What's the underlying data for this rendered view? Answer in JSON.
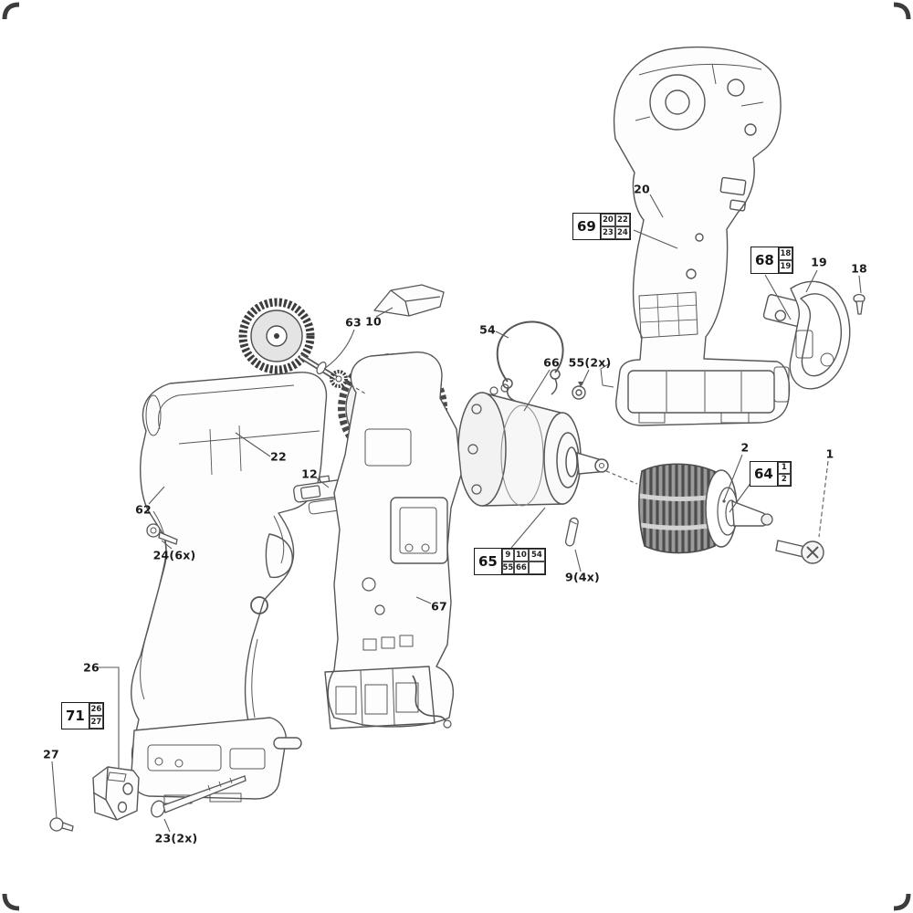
{
  "callouts": {
    "c69": {
      "main": "69",
      "cells": [
        "20",
        "22",
        "23",
        "24"
      ]
    },
    "c68": {
      "main": "68",
      "cells": [
        "18",
        "19"
      ]
    },
    "c64": {
      "main": "64",
      "cells": [
        "1",
        "2"
      ]
    },
    "c65": {
      "main": "65",
      "cells": [
        "9",
        "10",
        "54",
        "55",
        "66",
        ""
      ]
    },
    "c71": {
      "main": "71",
      "cells": [
        "26",
        "27"
      ]
    }
  },
  "labels": {
    "p20": "20",
    "p19": "19",
    "p18": "18",
    "p63": "63",
    "p10": "10",
    "p54": "54",
    "p66": "66",
    "p55": "55(2x)",
    "p22": "22",
    "p12": "12",
    "p2": "2",
    "p1": "1",
    "p62": "62",
    "p24": "24(6x)",
    "p9": "9(4x)",
    "p67": "67",
    "p26": "26",
    "p27": "27",
    "p23": "23(2x)"
  }
}
